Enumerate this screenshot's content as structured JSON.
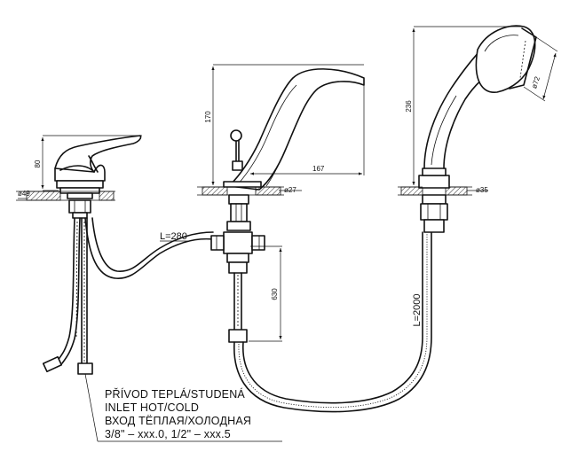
{
  "dimensions": {
    "mixer_height": "80",
    "mixer_diameter": "ø49",
    "spout_height": "170",
    "spout_reach": "167",
    "spout_diameter": "ø27",
    "shower_height": "236",
    "shower_head_diameter": "ø72",
    "shower_diameter": "ø35",
    "hose_length_connector": "L=280",
    "pipe_length": "630",
    "hose_length_shower": "L=2000"
  },
  "inlet_note": {
    "line1": "PŘÍVOD TEPLÁ/STUDENÁ",
    "line2": "INLET HOT/COLD",
    "line3": "ВХОД ТЁПЛАЯ/ХОЛОДНАЯ",
    "line4": "3/8\" – xxx.0, 1/2\" – xxx.5"
  }
}
